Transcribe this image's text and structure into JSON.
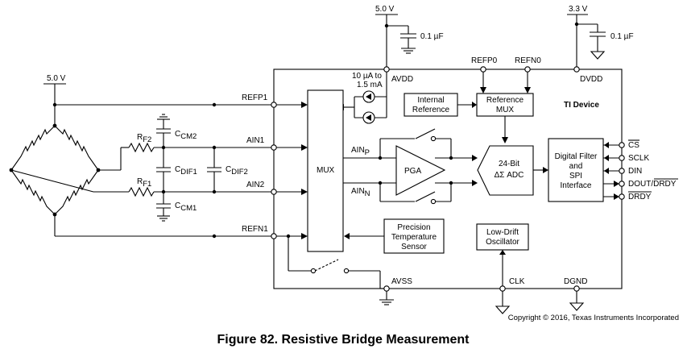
{
  "supplies": {
    "vdd5_top": "5.0 V",
    "vdd3": "3.3 V",
    "vdd5_bridge": "5.0 V"
  },
  "caps": {
    "c1": "0.1 µF",
    "c2": "0.1 µF"
  },
  "pins": {
    "avdd": "AVDD",
    "dvdd": "DVDD",
    "refp0": "REFP0",
    "refn0": "REFN0",
    "refp1": "REFP1",
    "ain1": "AIN1",
    "ain2": "AIN2",
    "refn1": "REFN1",
    "avss": "AVSS",
    "clk": "CLK",
    "dgnd": "DGND",
    "cs": "CS",
    "sclk": "SCLK",
    "din": "DIN",
    "dout": "DOUT/",
    "drdy_in_dout": "DRDY",
    "drdy": "DRDY"
  },
  "current_source": {
    "line1": "10 µA to",
    "line2": "1.5 mA"
  },
  "components": {
    "rf2": "R",
    "rf2_sub": "F2",
    "rf1": "R",
    "rf1_sub": "F1",
    "ccm2": "C",
    "ccm2_sub": "CM2",
    "cdif1": "C",
    "cdif1_sub": "DIF1",
    "cdif2": "C",
    "cdif2_sub": "DIF2",
    "ccm1": "C",
    "ccm1_sub": "CM1"
  },
  "blocks": {
    "mux": "MUX",
    "pga": "PGA",
    "internal_ref": [
      "Internal",
      "Reference"
    ],
    "ref_mux": [
      "Reference",
      "MUX"
    ],
    "adc": [
      "24-Bit",
      "ΔΣ ADC"
    ],
    "digital": [
      "Digital Filter",
      "and",
      "SPI",
      "Interface"
    ],
    "temp": [
      "Precision",
      "Temperature",
      "Sensor"
    ],
    "osc": [
      "Low-Drift",
      "Oscillator"
    ],
    "device": "TI Device"
  },
  "signals": {
    "ainp": "AIN",
    "ainp_sub": "P",
    "ainn": "AIN",
    "ainn_sub": "N"
  },
  "copyright": "Copyright © 2016, Texas Instruments Incorporated",
  "caption": "Figure 82.  Resistive Bridge Measurement"
}
